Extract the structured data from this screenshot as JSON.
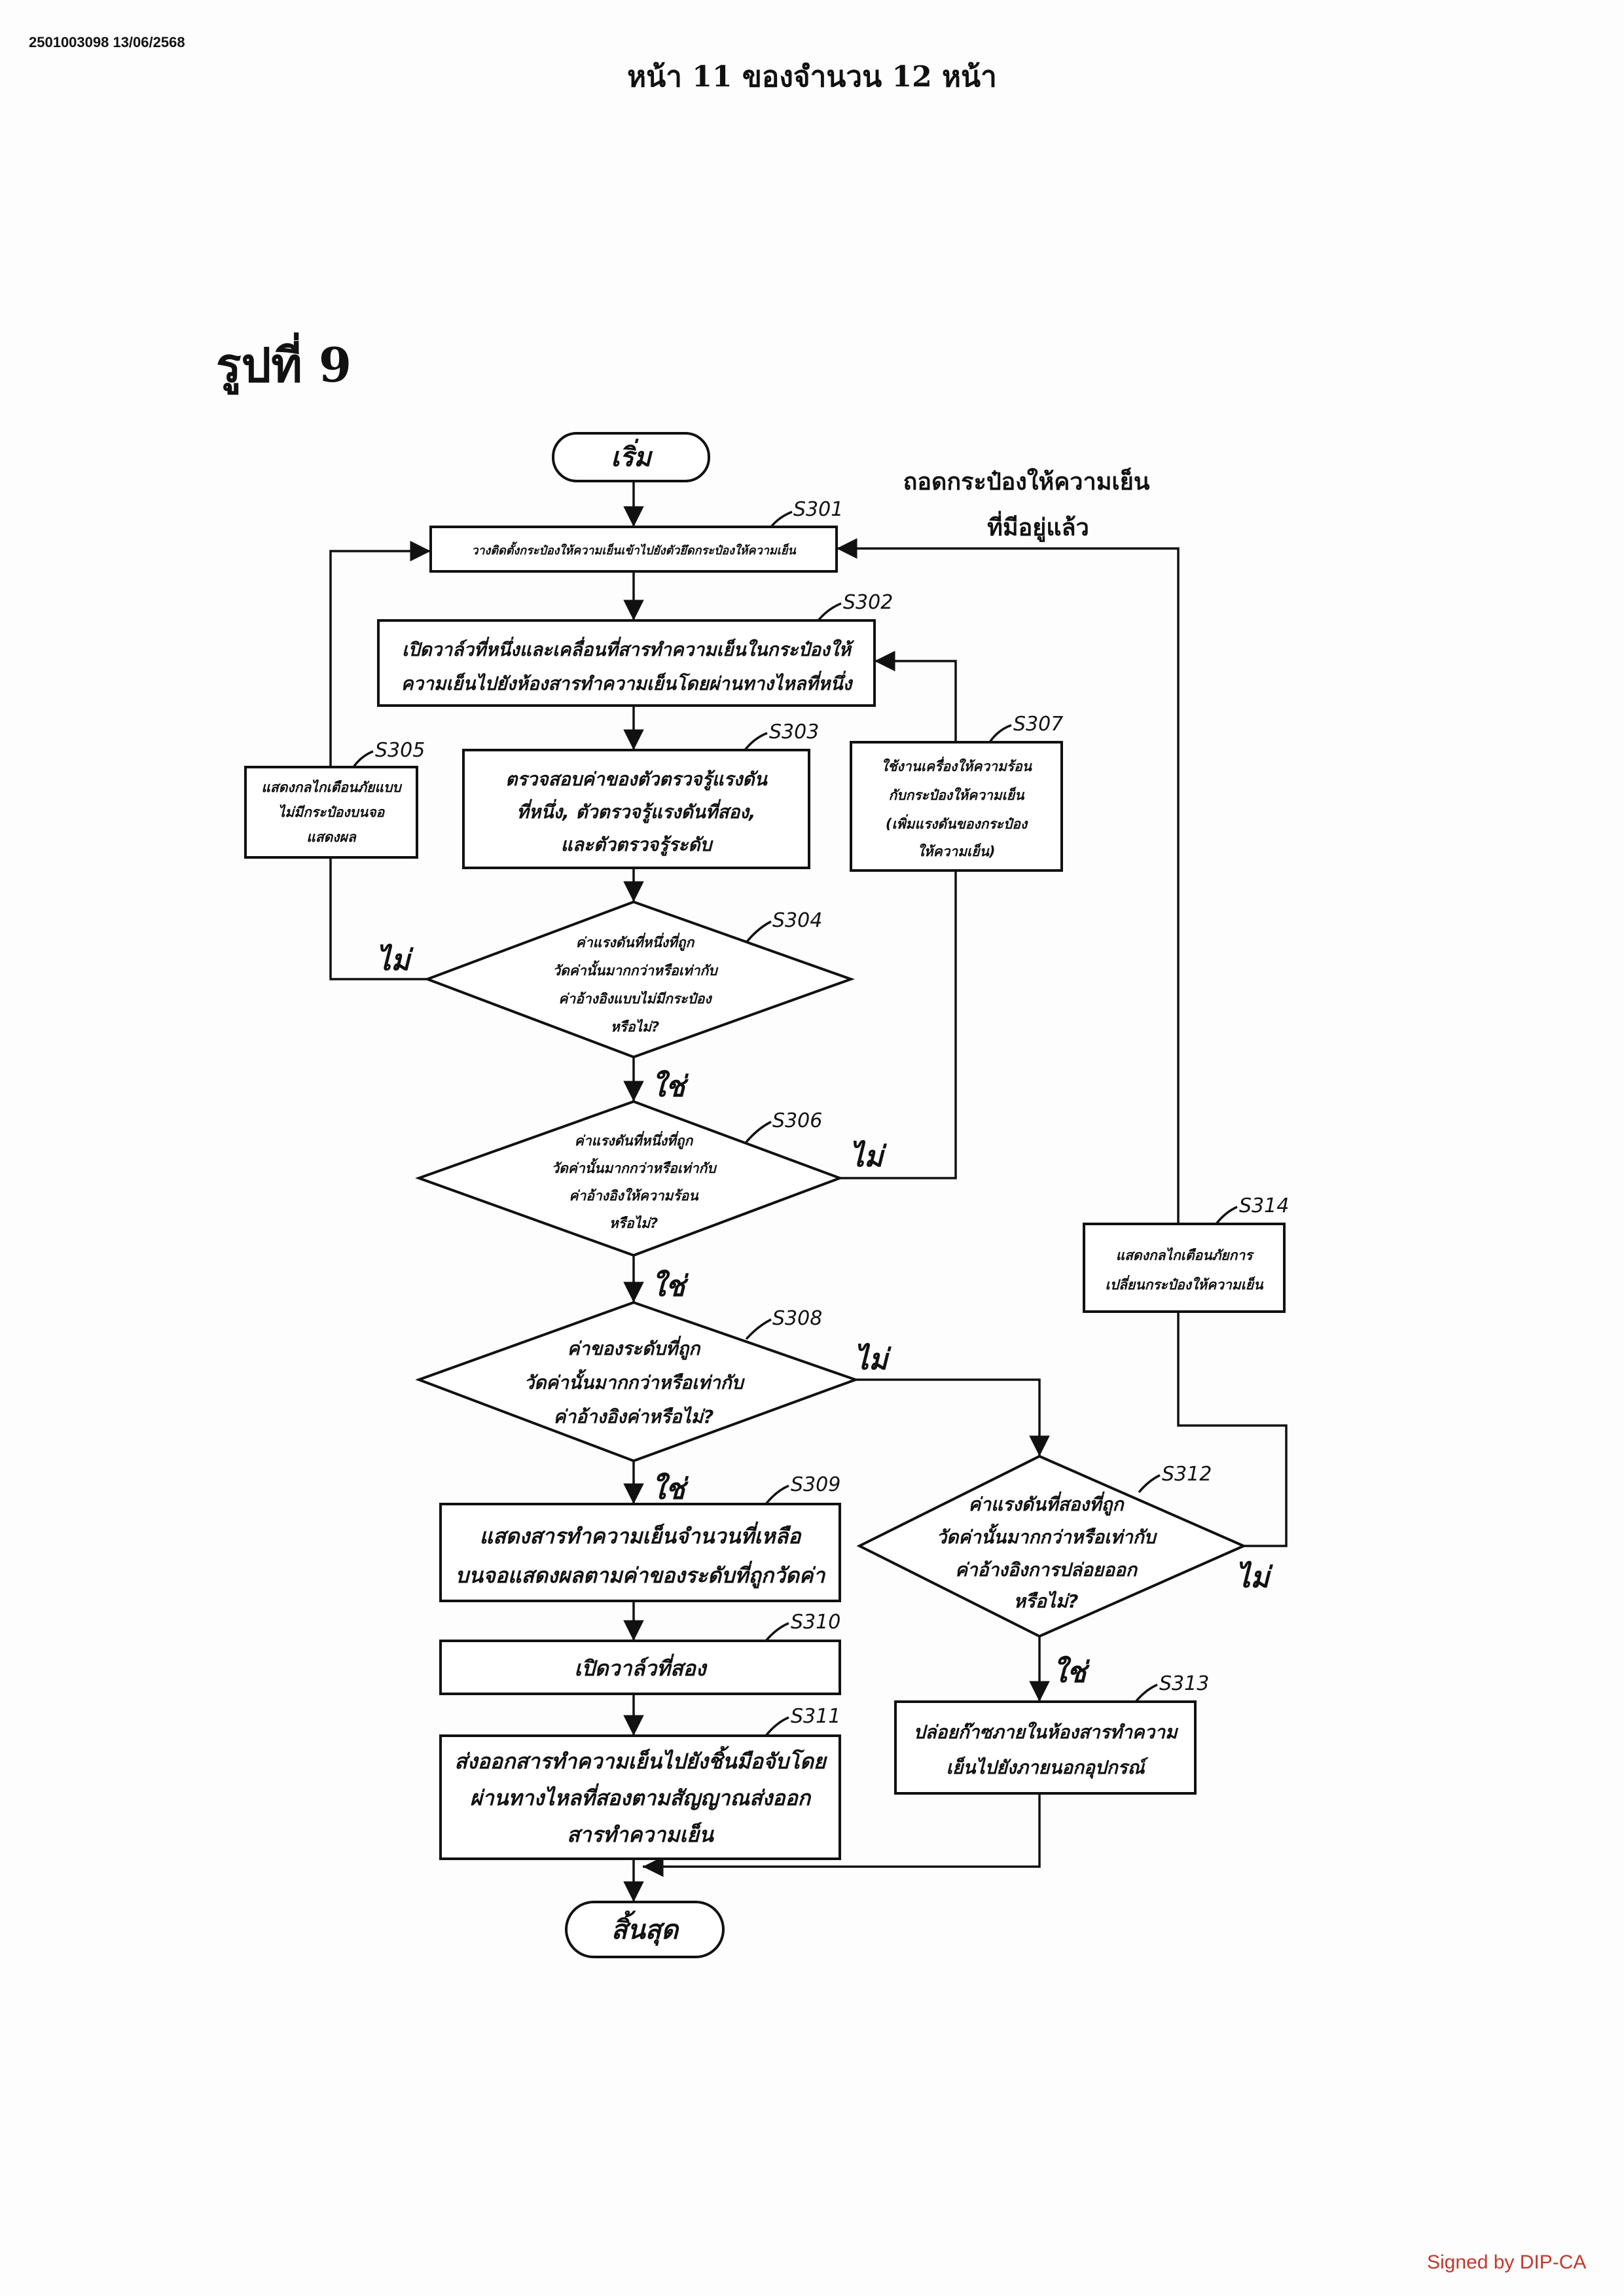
{
  "stamp": "2501003098 13/06/2568",
  "header": "หน้า 11 ของจำนวน 12 หน้า",
  "figure_title": "รูปที่ 9",
  "signed": "Signed by DIP-CA",
  "nodes": {
    "start": "เริ่ม",
    "end": "สิ้นสุด",
    "s301": {
      "ref": "S301",
      "lines": [
        "วางติดตั้งกระป๋องให้ความเย็นเข้าไปยังตัวยึดกระป๋องให้ความเย็น"
      ]
    },
    "s302": {
      "ref": "S302",
      "lines": [
        "เปิดวาล์วที่หนึ่งและเคลื่อนที่สารทำความเย็นในกระป๋องให้",
        "ความเย็นไปยังห้องสารทำความเย็นโดยผ่านทางไหลที่หนึ่ง"
      ]
    },
    "s303": {
      "ref": "S303",
      "lines": [
        "ตรวจสอบค่าของตัวตรวจรู้แรงดัน",
        "ที่หนึ่ง, ตัวตรวจรู้แรงดันที่สอง,",
        "และตัวตรวจรู้ระดับ"
      ]
    },
    "s304": {
      "ref": "S304",
      "lines": [
        "ค่าแรงดันที่หนึ่งที่ถูก",
        "วัดค่านั้นมากกว่าหรือเท่ากับ",
        "ค่าอ้างอิงแบบไม่มีกระป๋อง",
        "หรือไม่?"
      ]
    },
    "s305": {
      "ref": "S305",
      "lines": [
        "แสดงกลไกเตือนภัยแบบ",
        "ไม่มีกระป๋องบนจอ",
        "แสดงผล"
      ]
    },
    "s306": {
      "ref": "S306",
      "lines": [
        "ค่าแรงดันที่หนึ่งที่ถูก",
        "วัดค่านั้นมากกว่าหรือเท่ากับ",
        "ค่าอ้างอิงให้ความร้อน",
        "หรือไม่?"
      ]
    },
    "s307": {
      "ref": "S307",
      "lines": [
        "ใช้งานเครื่องให้ความร้อน",
        "กับกระป๋องให้ความเย็น",
        "(เพิ่มแรงดันของกระป๋อง",
        "ให้ความเย็น)"
      ]
    },
    "s308": {
      "ref": "S308",
      "lines": [
        "ค่าของระดับที่ถูก",
        "วัดค่านั้นมากกว่าหรือเท่ากับ",
        "ค่าอ้างอิงค่าหรือไม่?"
      ]
    },
    "s309": {
      "ref": "S309",
      "lines": [
        "แสดงสารทำความเย็นจำนวนที่เหลือ",
        "บนจอแสดงผลตามค่าของระดับที่ถูกวัดค่า"
      ]
    },
    "s310": {
      "ref": "S310",
      "lines": [
        "เปิดวาล์วที่สอง"
      ]
    },
    "s311": {
      "ref": "S311",
      "lines": [
        "ส่งออกสารทำความเย็นไปยังชิ้นมือจับโดย",
        "ผ่านทางไหลที่สองตามสัญญาณส่งออก",
        "สารทำความเย็น"
      ]
    },
    "s312": {
      "ref": "S312",
      "lines": [
        "ค่าแรงดันที่สองที่ถูก",
        "วัดค่านั้นมากกว่าหรือเท่ากับ",
        "ค่าอ้างอิงการปล่อยออก",
        "หรือไม่?"
      ]
    },
    "s313": {
      "ref": "S313",
      "lines": [
        "ปล่อยก๊าซภายในห้องสารทำความ",
        "เย็นไปยังภายนอกอุปกรณ์"
      ]
    },
    "s314": {
      "ref": "S314",
      "lines": [
        "แสดงกลไกเตือนภัยการ",
        "เปลี่ยนกระป๋องให้ความเย็น"
      ]
    }
  },
  "labels": {
    "yes": "ใช่",
    "no": "ไม่",
    "remove_note": [
      "ถอดกระป๋องให้ความเย็น",
      "ที่มีอยู่แล้ว"
    ]
  }
}
